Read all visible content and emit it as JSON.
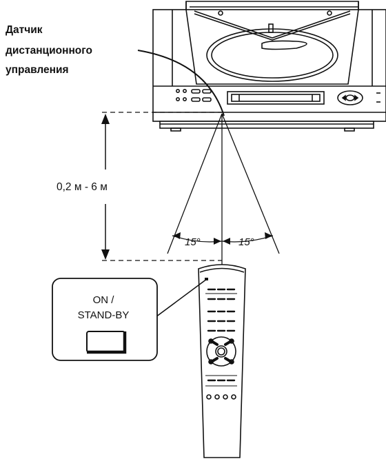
{
  "sensor_label": {
    "line1": "Датчик",
    "line2": "дистанционного",
    "line3": "управления"
  },
  "distance_label": "0,2 м - 6 м",
  "angle_left": "15°",
  "angle_right": "15°",
  "button_callout": {
    "line1": "ON /",
    "line2": "STAND-BY"
  }
}
